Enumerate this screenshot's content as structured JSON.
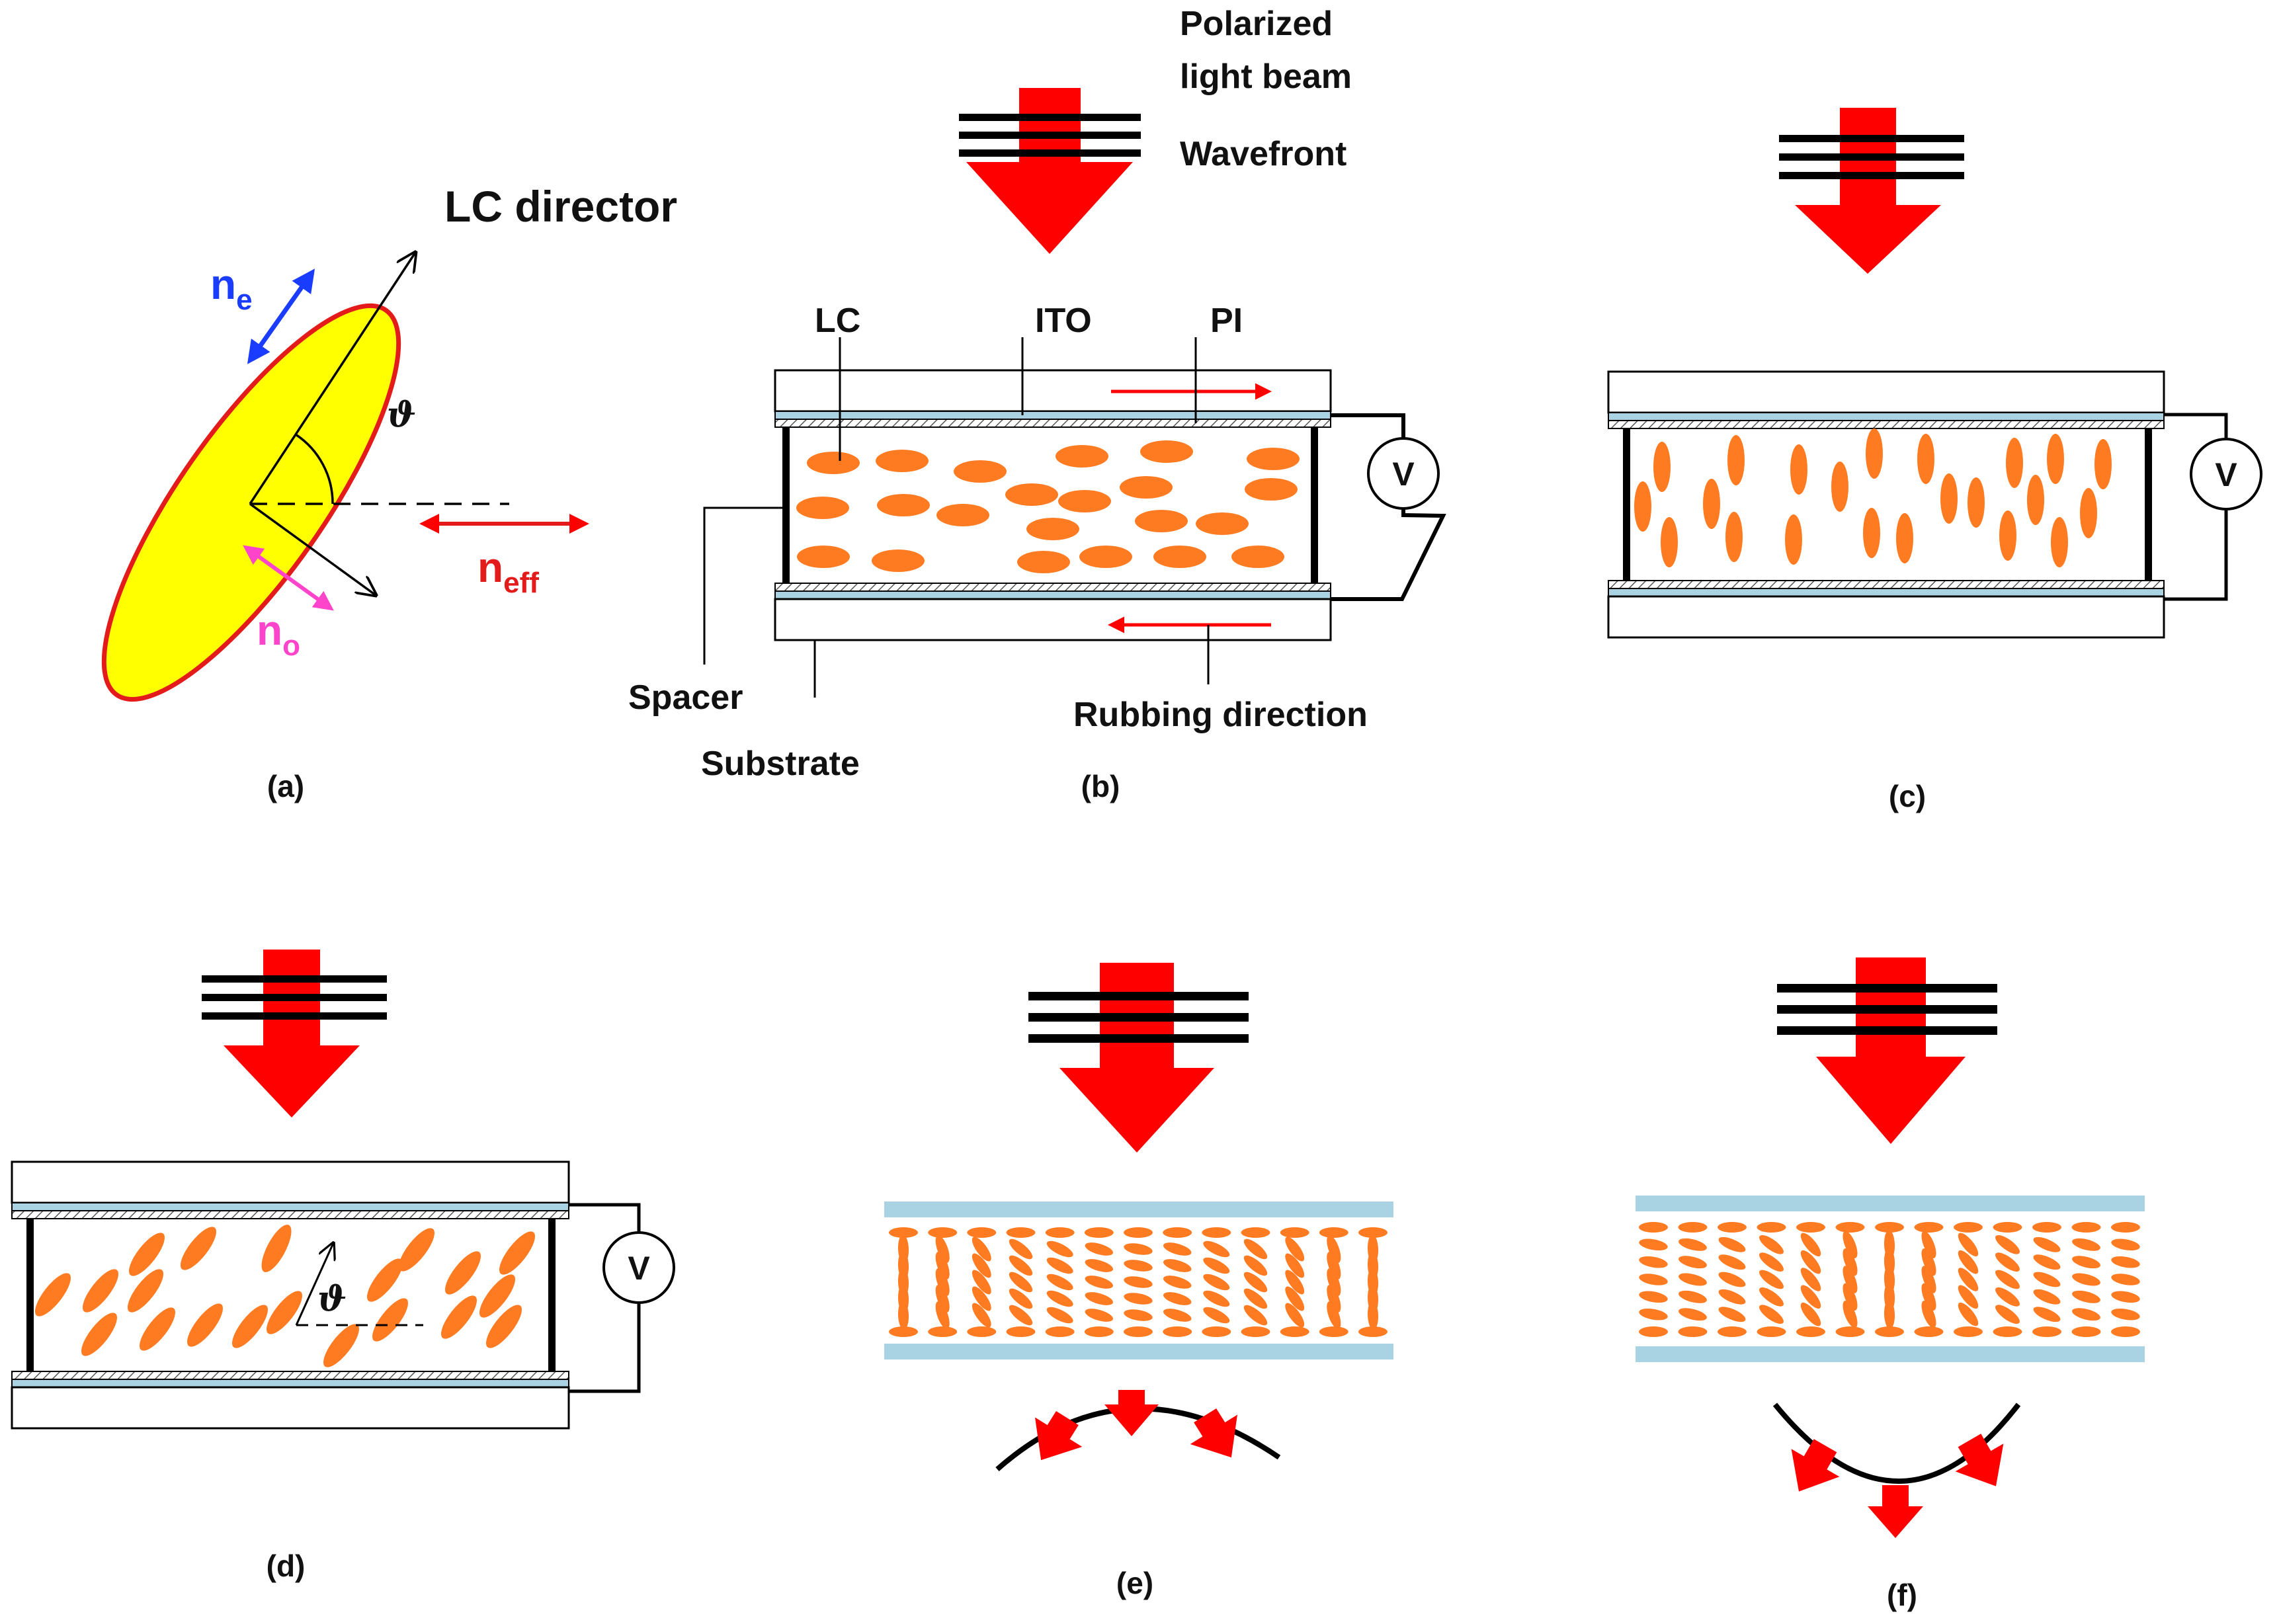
{
  "colors": {
    "red": "#ff0000",
    "orange": "#ff7b22",
    "yellow": "#ffff00",
    "blue": "#1a3cff",
    "magenta": "#ff44cc",
    "ito": "#a9d3e2",
    "black": "#000000"
  },
  "icons": [
    "light-beam-arrow-icon",
    "wavefront-lines-icon",
    "voltmeter-icon"
  ],
  "labels": {
    "lc_director": "LC director",
    "ne_main": "n",
    "ne_sub": "e",
    "no_main": "n",
    "no_sub": "o",
    "neff_main": "n",
    "neff_sub": "eff",
    "theta": "ϑ",
    "polarized_1": "Polarized",
    "polarized_2": "light beam",
    "wavefront": "Wavefront",
    "lc": "LC",
    "ito": "ITO",
    "pi": "PI",
    "spacer": "Spacer",
    "substrate": "Substrate",
    "rubbing": "Rubbing direction",
    "voltmeter": "V"
  },
  "panels": {
    "a": "(a)",
    "b": "(b)",
    "c": "(c)",
    "d": "(d)",
    "e": "(e)",
    "f": "(f)"
  }
}
